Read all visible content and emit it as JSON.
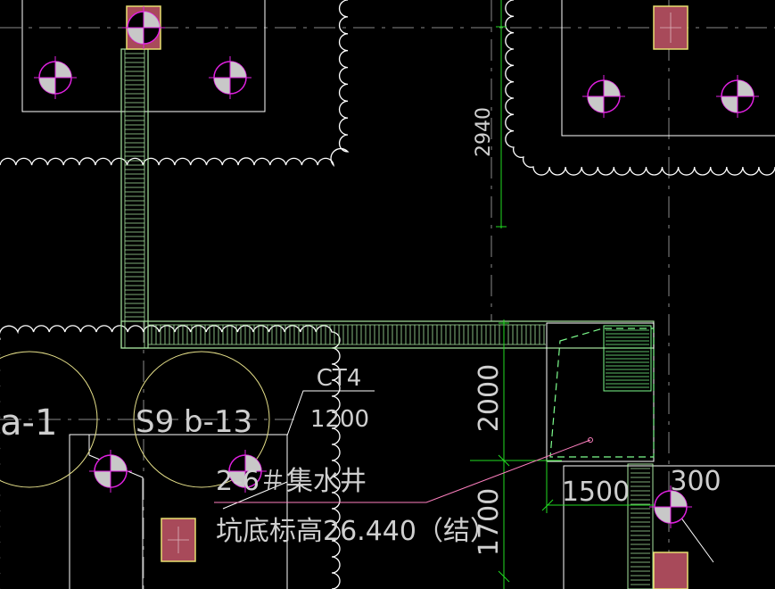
{
  "colors": {
    "background": "#000000",
    "line_white": "#ffffff",
    "dim_green": "#22dd22",
    "rebar_green": "#a8e6a0",
    "column_fill": "#a84a5a",
    "column_stroke": "#e8e070",
    "circle_yellow": "#e6e08a",
    "magenta": "#e020e0",
    "pile_grey": "#c8c8c8",
    "pink_leader": "#ff80c0",
    "hatch_green": "#7cfc8c",
    "text_grey": "#cfcfcf"
  },
  "labels": {
    "dim_2940": "2940",
    "dim_2000": "2000",
    "dim_1700": "1700",
    "dim_1500": "1500",
    "dim_300": "300",
    "beam_tag": "CT4",
    "beam_width": "1200",
    "cap_a": "a-1",
    "cap_b": "S9 b-13",
    "sump_name": "2-6＃集水井",
    "sump_elev": "坑底标高26.440（结）"
  },
  "icons": {
    "pile": "pile-marker-icon",
    "column": "column-square-icon"
  }
}
